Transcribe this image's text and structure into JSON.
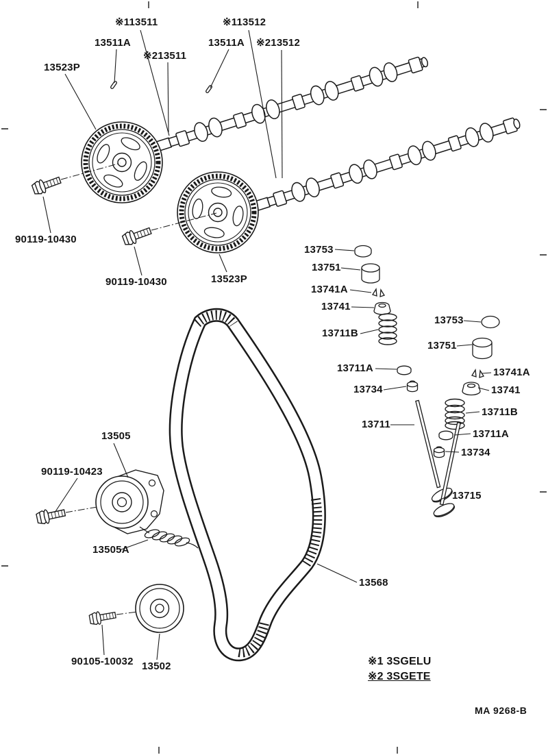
{
  "colors": {
    "ink": "#1a1a1a",
    "background": "#ffffff"
  },
  "callouts": [
    {
      "text": "※113511"
    },
    {
      "text": "13511A"
    },
    {
      "text": "※213511"
    },
    {
      "text": "※113512"
    },
    {
      "text": "13511A"
    },
    {
      "text": "※213512"
    },
    {
      "text": "13523P"
    },
    {
      "text": "90119-10430"
    },
    {
      "text": "90119-10430"
    },
    {
      "text": "13523P"
    },
    {
      "text": "13753"
    },
    {
      "text": "13751"
    },
    {
      "text": "13741A"
    },
    {
      "text": "13741"
    },
    {
      "text": "13711B"
    },
    {
      "text": "13753"
    },
    {
      "text": "13751"
    },
    {
      "text": "13711A"
    },
    {
      "text": "13741A"
    },
    {
      "text": "13741"
    },
    {
      "text": "13734"
    },
    {
      "text": "13711B"
    },
    {
      "text": "13711"
    },
    {
      "text": "13711A"
    },
    {
      "text": "13734"
    },
    {
      "text": "13505"
    },
    {
      "text": "90119-10423"
    },
    {
      "text": "13715"
    },
    {
      "text": "13505A"
    },
    {
      "text": "13568"
    },
    {
      "text": "90105-10032"
    },
    {
      "text": "13502"
    }
  ],
  "legend": {
    "line1": "※1 3SGELU",
    "line2": "※2 3SGETE"
  },
  "footer": {
    "code": "MA 9268-B"
  }
}
